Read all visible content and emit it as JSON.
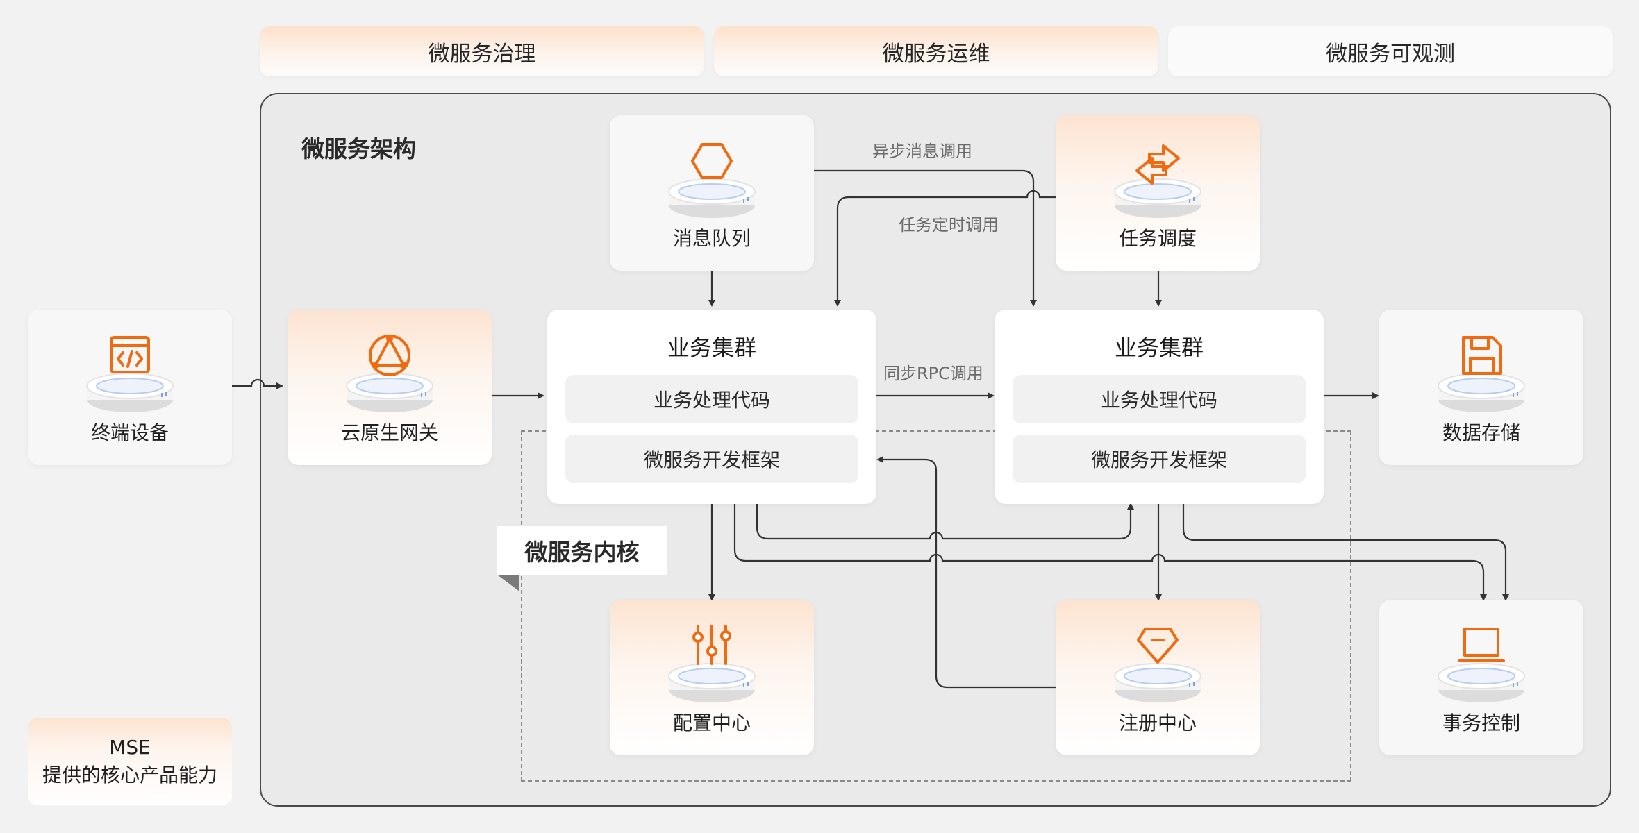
{
  "tabs": {
    "governance": "微服务治理",
    "operations": "微服务运维",
    "observability": "微服务可观测"
  },
  "architecture_title": "微服务架构",
  "nodes": {
    "terminal": "终端设备",
    "gateway": "云原生网关",
    "message_queue": "消息队列",
    "scheduler": "任务调度",
    "storage": "数据存储",
    "config_center": "配置中心",
    "registry": "注册中心",
    "transaction": "事务控制"
  },
  "clusters": {
    "left": {
      "title": "业务集群",
      "row1": "业务处理代码",
      "row2": "微服务开发框架"
    },
    "right": {
      "title": "业务集群",
      "row1": "业务处理代码",
      "row2": "微服务开发框架"
    }
  },
  "edges": {
    "async_msg": "异步消息调用",
    "scheduled_task": "任务定时调用",
    "sync_rpc": "同步RPC调用"
  },
  "kernel_label": "微服务内核",
  "legend": {
    "line1": "MSE",
    "line2": "提供的核心产品能力"
  },
  "colors": {
    "accent": "#f26a10",
    "line": "#333333",
    "warm_tint": "#fde3d0"
  }
}
